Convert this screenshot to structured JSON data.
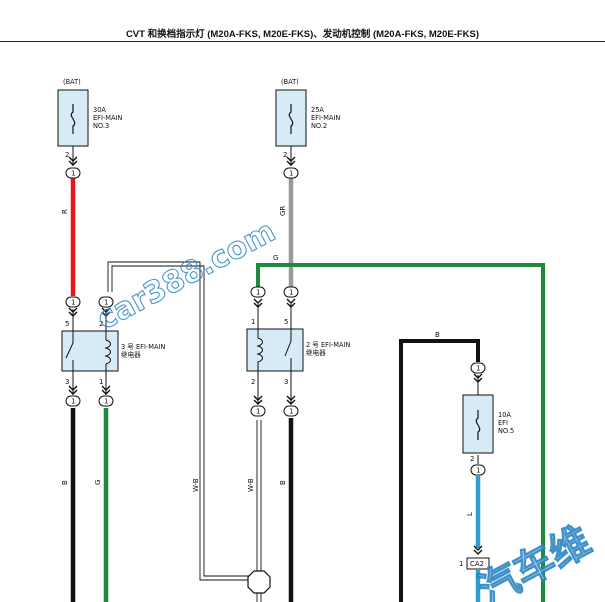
{
  "header": {
    "title": "CVT 和换档指示灯 (M20A-FKS, M20E-FKS)、发动机控制 (M20A-FKS, M20E-FKS)"
  },
  "diagram": {
    "fuses": {
      "efi_main_3": {
        "source": "(BAT)",
        "rating": "30A",
        "name": "EFI-MAIN",
        "number": "NO.3",
        "pin": "2"
      },
      "efi_main_2": {
        "source": "(BAT)",
        "rating": "25A",
        "name": "EFI-MAIN",
        "number": "NO.2",
        "pin": "2"
      },
      "efi_5": {
        "rating": "10A",
        "name": "EFI",
        "number": "NO.5",
        "pin": "2"
      }
    },
    "relays": {
      "relay_3": {
        "name": "3 号 EFI-MAIN",
        "sub": "继电器",
        "pins": [
          "5",
          "2",
          "3",
          "1"
        ]
      },
      "relay_2": {
        "name": "2 号 EFI-MAIN",
        "sub": "继电器",
        "pins": [
          "1",
          "5",
          "2",
          "3"
        ]
      }
    },
    "connector_mark": "1",
    "connector_ca2": {
      "label": "CA2",
      "pin": "1"
    },
    "wires": {
      "red": "R",
      "gray": "GR",
      "green_top": "G",
      "black_top": "B",
      "black_left": "B",
      "green_left": "G",
      "wb_left": "W-B",
      "wb_right": "W-B",
      "black_mid": "B",
      "blue": "L"
    },
    "watermarks": [
      "car388.com",
      "汽车维"
    ]
  },
  "colors": {
    "red": "#e8161b",
    "green": "#1f8a3c",
    "gray": "#9a9a9a",
    "blue": "#2a9fd0",
    "black": "#111111",
    "component_fill": "#d7ebf7"
  }
}
